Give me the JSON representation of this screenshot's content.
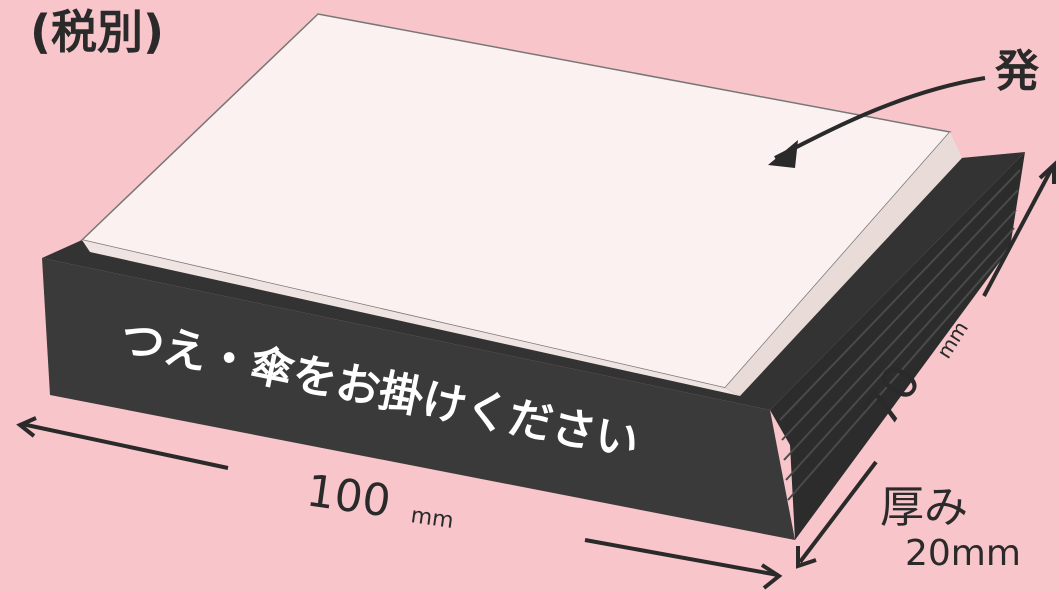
{
  "diagram": {
    "corner_note": "(税別)",
    "block_label": "つえ・傘をお掛けください",
    "width_label": "100",
    "width_unit": "mm",
    "depth_label": "70",
    "depth_unit": "mm",
    "thickness_label": "厚み",
    "thickness_value": "20mm",
    "arrow_label_fragment": "発"
  },
  "colors": {
    "background": "#f7c5ca",
    "block_front": "#3a3a3a",
    "block_side": "#2c2c2c",
    "top_pad": "#fbf1f0",
    "ink": "#2a2a2a",
    "label_text": "#ffffff"
  }
}
